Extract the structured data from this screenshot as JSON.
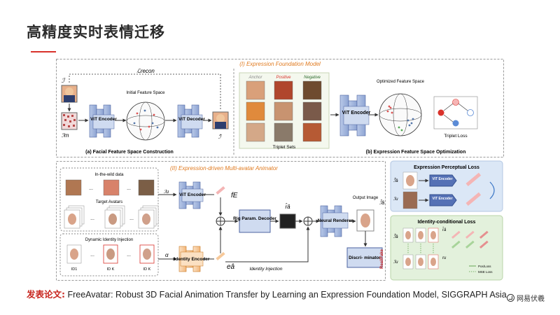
{
  "slide": {
    "title": "高精度实时表情迁移",
    "footer_label": "发表论文:",
    "footer_text": "FreeAvatar: Robust 3D Facial Animation Transfer by Learning an Expression Foundation Model, SIGGRAPH Asia",
    "logo_text": "网易伏羲",
    "logo_icon": "netease-fuxi-logo-icon"
  },
  "diagram": {
    "part1_title": "(I) Expression Foundation Model",
    "part2_title": "(II) Expression-driven Multi-avatar Animator",
    "sub_a": "(a) Facial Feature Space Construction",
    "sub_b": "(b) Expression Feature Space Optimization",
    "loss_recon": "ℒrecon",
    "img_i": "ℐ",
    "img_im": "ℐm",
    "img_ihat": "ℐ̂",
    "vit_encoder": "ViT Encoder",
    "vit_decoder": "ViT Decoder",
    "initial_space": "Initial Feature Space",
    "optimized_space": "Optimized Feature Space",
    "triplet_anchor": "Anchor",
    "triplet_positive": "Positive",
    "triplet_negative": "Negative",
    "triplet_sets": "Triplet Sets",
    "triplet_loss": "Triplet Loss",
    "in_wild": "In-the-wild data",
    "target_avatars": "Target Avatars",
    "dynamic_identity": "Dynamic Identity Injection",
    "id1": "ID1",
    "idk": "ID K",
    "idk2": "ID K",
    "ellipsis": "...",
    "fe": "fE",
    "ea": "eâ",
    "alpha": "α",
    "identity_encoder": "Identity Encoder",
    "rig_decoder": "Rig Param. Decoder",
    "r_hat": "r̂â",
    "neural_renderer": "Neural Renderer",
    "output_image": "Output Image",
    "i_hat_a": "ℐ̂â",
    "discriminator": "Discri- minator",
    "real_fake": "Real/Fake",
    "identity_injection": "Identity Injection",
    "expr_perc_loss": "Expression Perceptual Loss",
    "id_cond_loss": "Identity-conditional Loss",
    "vit_small": "ViT Encoder",
    "lbl_ia": "ℐ̂â",
    "lbl_iu": "ℐu",
    "lbl_ra": "r̂â",
    "lbl_ru": "ru",
    "pos_leg": "Pos/Loss",
    "mse_leg": "MSE Loss"
  },
  "colors": {
    "accent_red": "#d9322b",
    "orange_title": "#e07a1f",
    "block_blue": "#9fb4dc",
    "block_border": "#4c63a0",
    "identity_orange": "#f6c99a",
    "panel_blue": "#dbe7f6",
    "panel_green": "#e3f1dc"
  }
}
